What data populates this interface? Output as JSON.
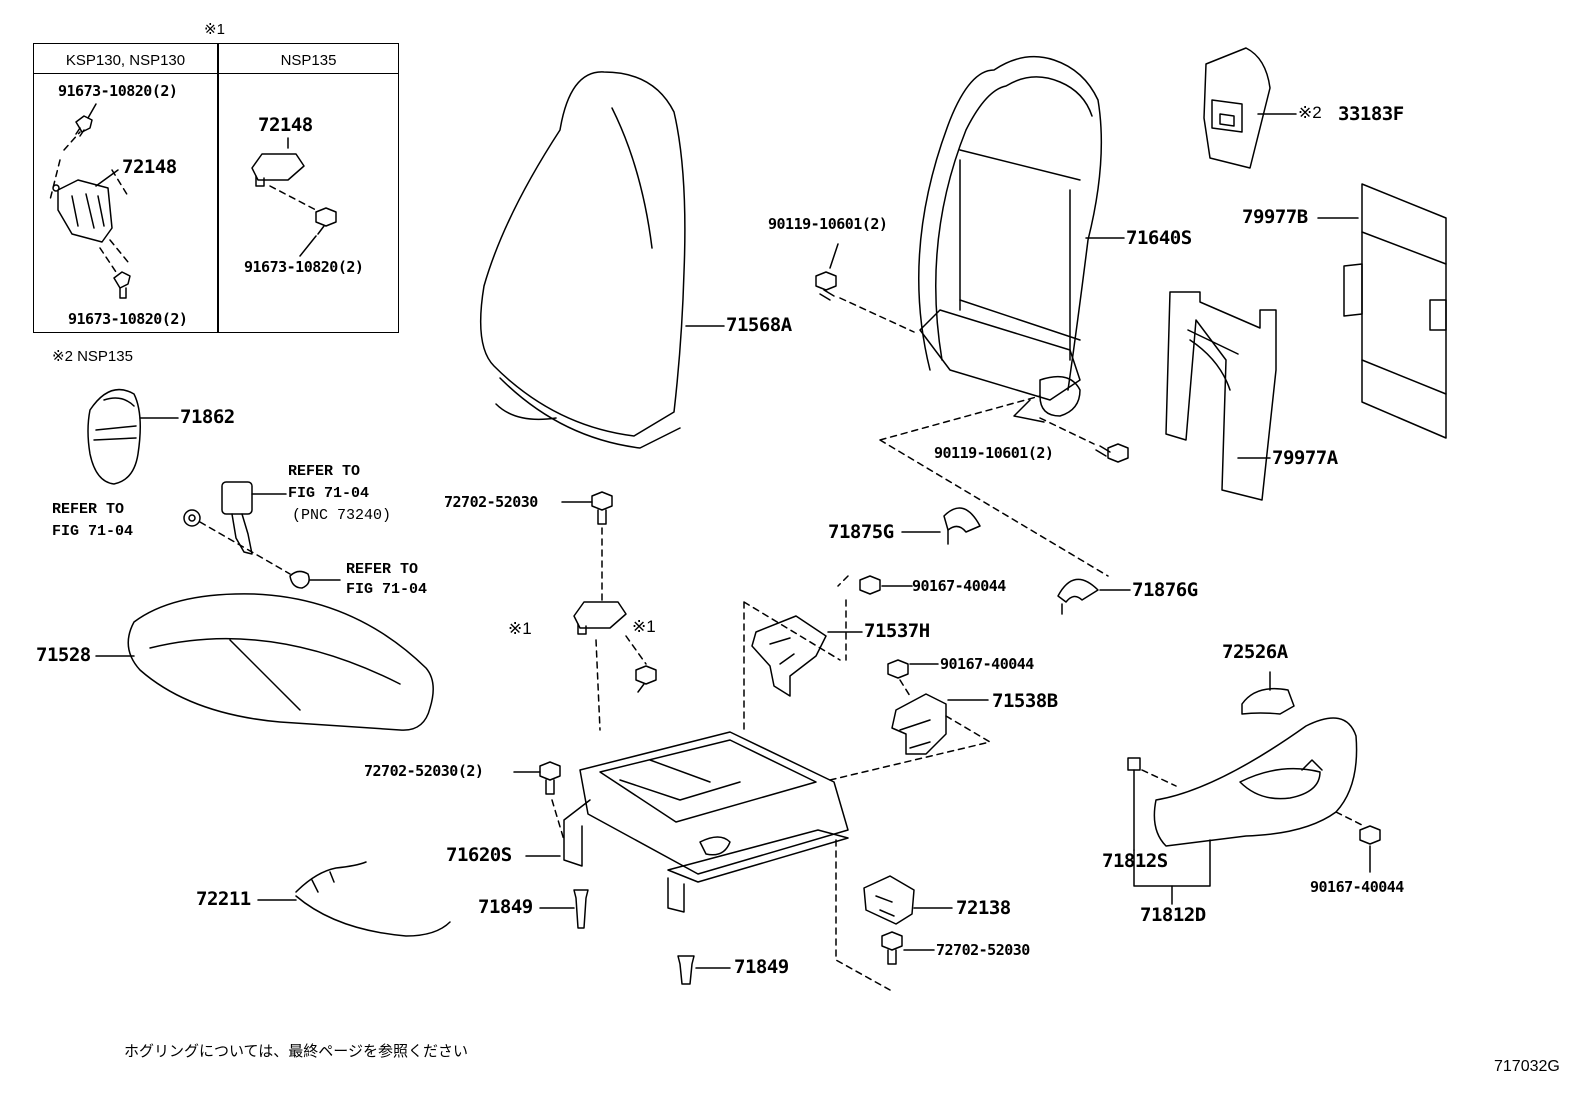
{
  "inset": {
    "marker": "※1",
    "col1_header": "KSP130, NSP130",
    "col2_header": "NSP135",
    "col1_bolt_top": "91673-10820(2)",
    "col1_bracket": "72148",
    "col1_bolt_bottom": "91673-10820(2)",
    "col2_bracket": "72148",
    "col2_bolt": "91673-10820(2)"
  },
  "note2_label": "※2 NSP135",
  "parts": {
    "p71862": "71862",
    "refer_belt_line1": "REFER TO",
    "refer_belt_line2": "FIG 71-04",
    "refer_belt_line3": "(PNC 73240)",
    "refer_left_line1": "REFER TO",
    "refer_left_line2": "FIG 71-04",
    "refer_right_line1": "REFER TO",
    "refer_right_line2": "FIG 71-04",
    "p71528": "71528",
    "p71568A": "71568A",
    "p72702_top": "72702-52030",
    "marker1_left": "※1",
    "marker1_right": "※1",
    "p72702_2": "72702-52030(2)",
    "p71620S": "71620S",
    "p72211": "72211",
    "p71849_left": "71849",
    "p71849_bottom": "71849",
    "p90119_top": "90119-10601(2)",
    "p71640S": "71640S",
    "p90119_bottom": "90119-10601(2)",
    "p33183F_marker": "※2",
    "p33183F": "33183F",
    "p79977B": "79977B",
    "p79977A": "79977A",
    "p71875G": "71875G",
    "p90167_a": "90167-40044",
    "p71876G": "71876G",
    "p71537H": "71537H",
    "p90167_b": "90167-40044",
    "p71538B": "71538B",
    "p72526A": "72526A",
    "p72138": "72138",
    "p72702_bottom": "72702-52030",
    "p71812S": "71812S",
    "p71812D": "71812D",
    "p90167_c": "90167-40044"
  },
  "footer_note": "ホグリングについては、最終ページを参照ください",
  "figure_id": "717032G"
}
